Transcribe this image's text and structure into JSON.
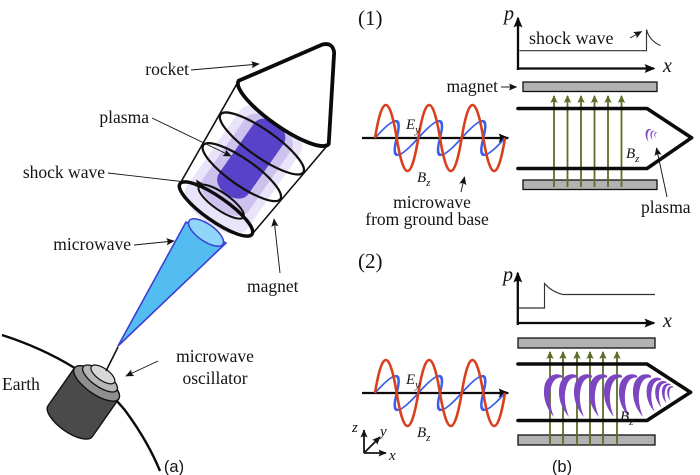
{
  "figure": {
    "panel_a": {
      "caption": "(a)",
      "labels": {
        "rocket": "rocket",
        "plasma": "plasma",
        "shock_wave": "shock wave",
        "microwave": "microwave",
        "magnet": "magnet",
        "oscillator_line1": "microwave",
        "oscillator_line2": "oscillator",
        "earth": "Earth"
      }
    },
    "panel_b": {
      "caption": "(b)",
      "panel1": {
        "tag": "(1)",
        "plot": {
          "ylabel": "p",
          "xlabel": "x",
          "annotation": "shock wave"
        },
        "magnet_label": "magnet",
        "wave": {
          "E": "E",
          "E_sub": "y",
          "B": "B",
          "B_sub": "z"
        },
        "field": {
          "B": "B",
          "B_sub": "z"
        },
        "source_line1": "microwave",
        "source_line2": "from ground base",
        "plasma_label": "plasma"
      },
      "panel2": {
        "tag": "(2)",
        "plot": {
          "ylabel": "p",
          "xlabel": "x"
        },
        "wave": {
          "E": "E",
          "E_sub": "y",
          "B": "B",
          "B_sub": "z"
        },
        "field": {
          "B": "B",
          "B_sub": "z"
        },
        "triad": {
          "z": "z",
          "y": "y",
          "x": "x"
        }
      }
    },
    "colors": {
      "wave_red": "#d9411e",
      "wave_blue": "#3b5fe8",
      "beam_fill": "#53bdf2",
      "beam_cap": "#8fd6f8",
      "beam_stroke": "#3d3fd6",
      "plasma_dark": "#5742c9",
      "plasma_mid": "#cdc2ee",
      "plasma_light": "#e9e4f9",
      "plasma_crescent": "#7d46c1",
      "magnet_gray": "#b2b2b2",
      "field_green": "#5c6e28"
    }
  }
}
